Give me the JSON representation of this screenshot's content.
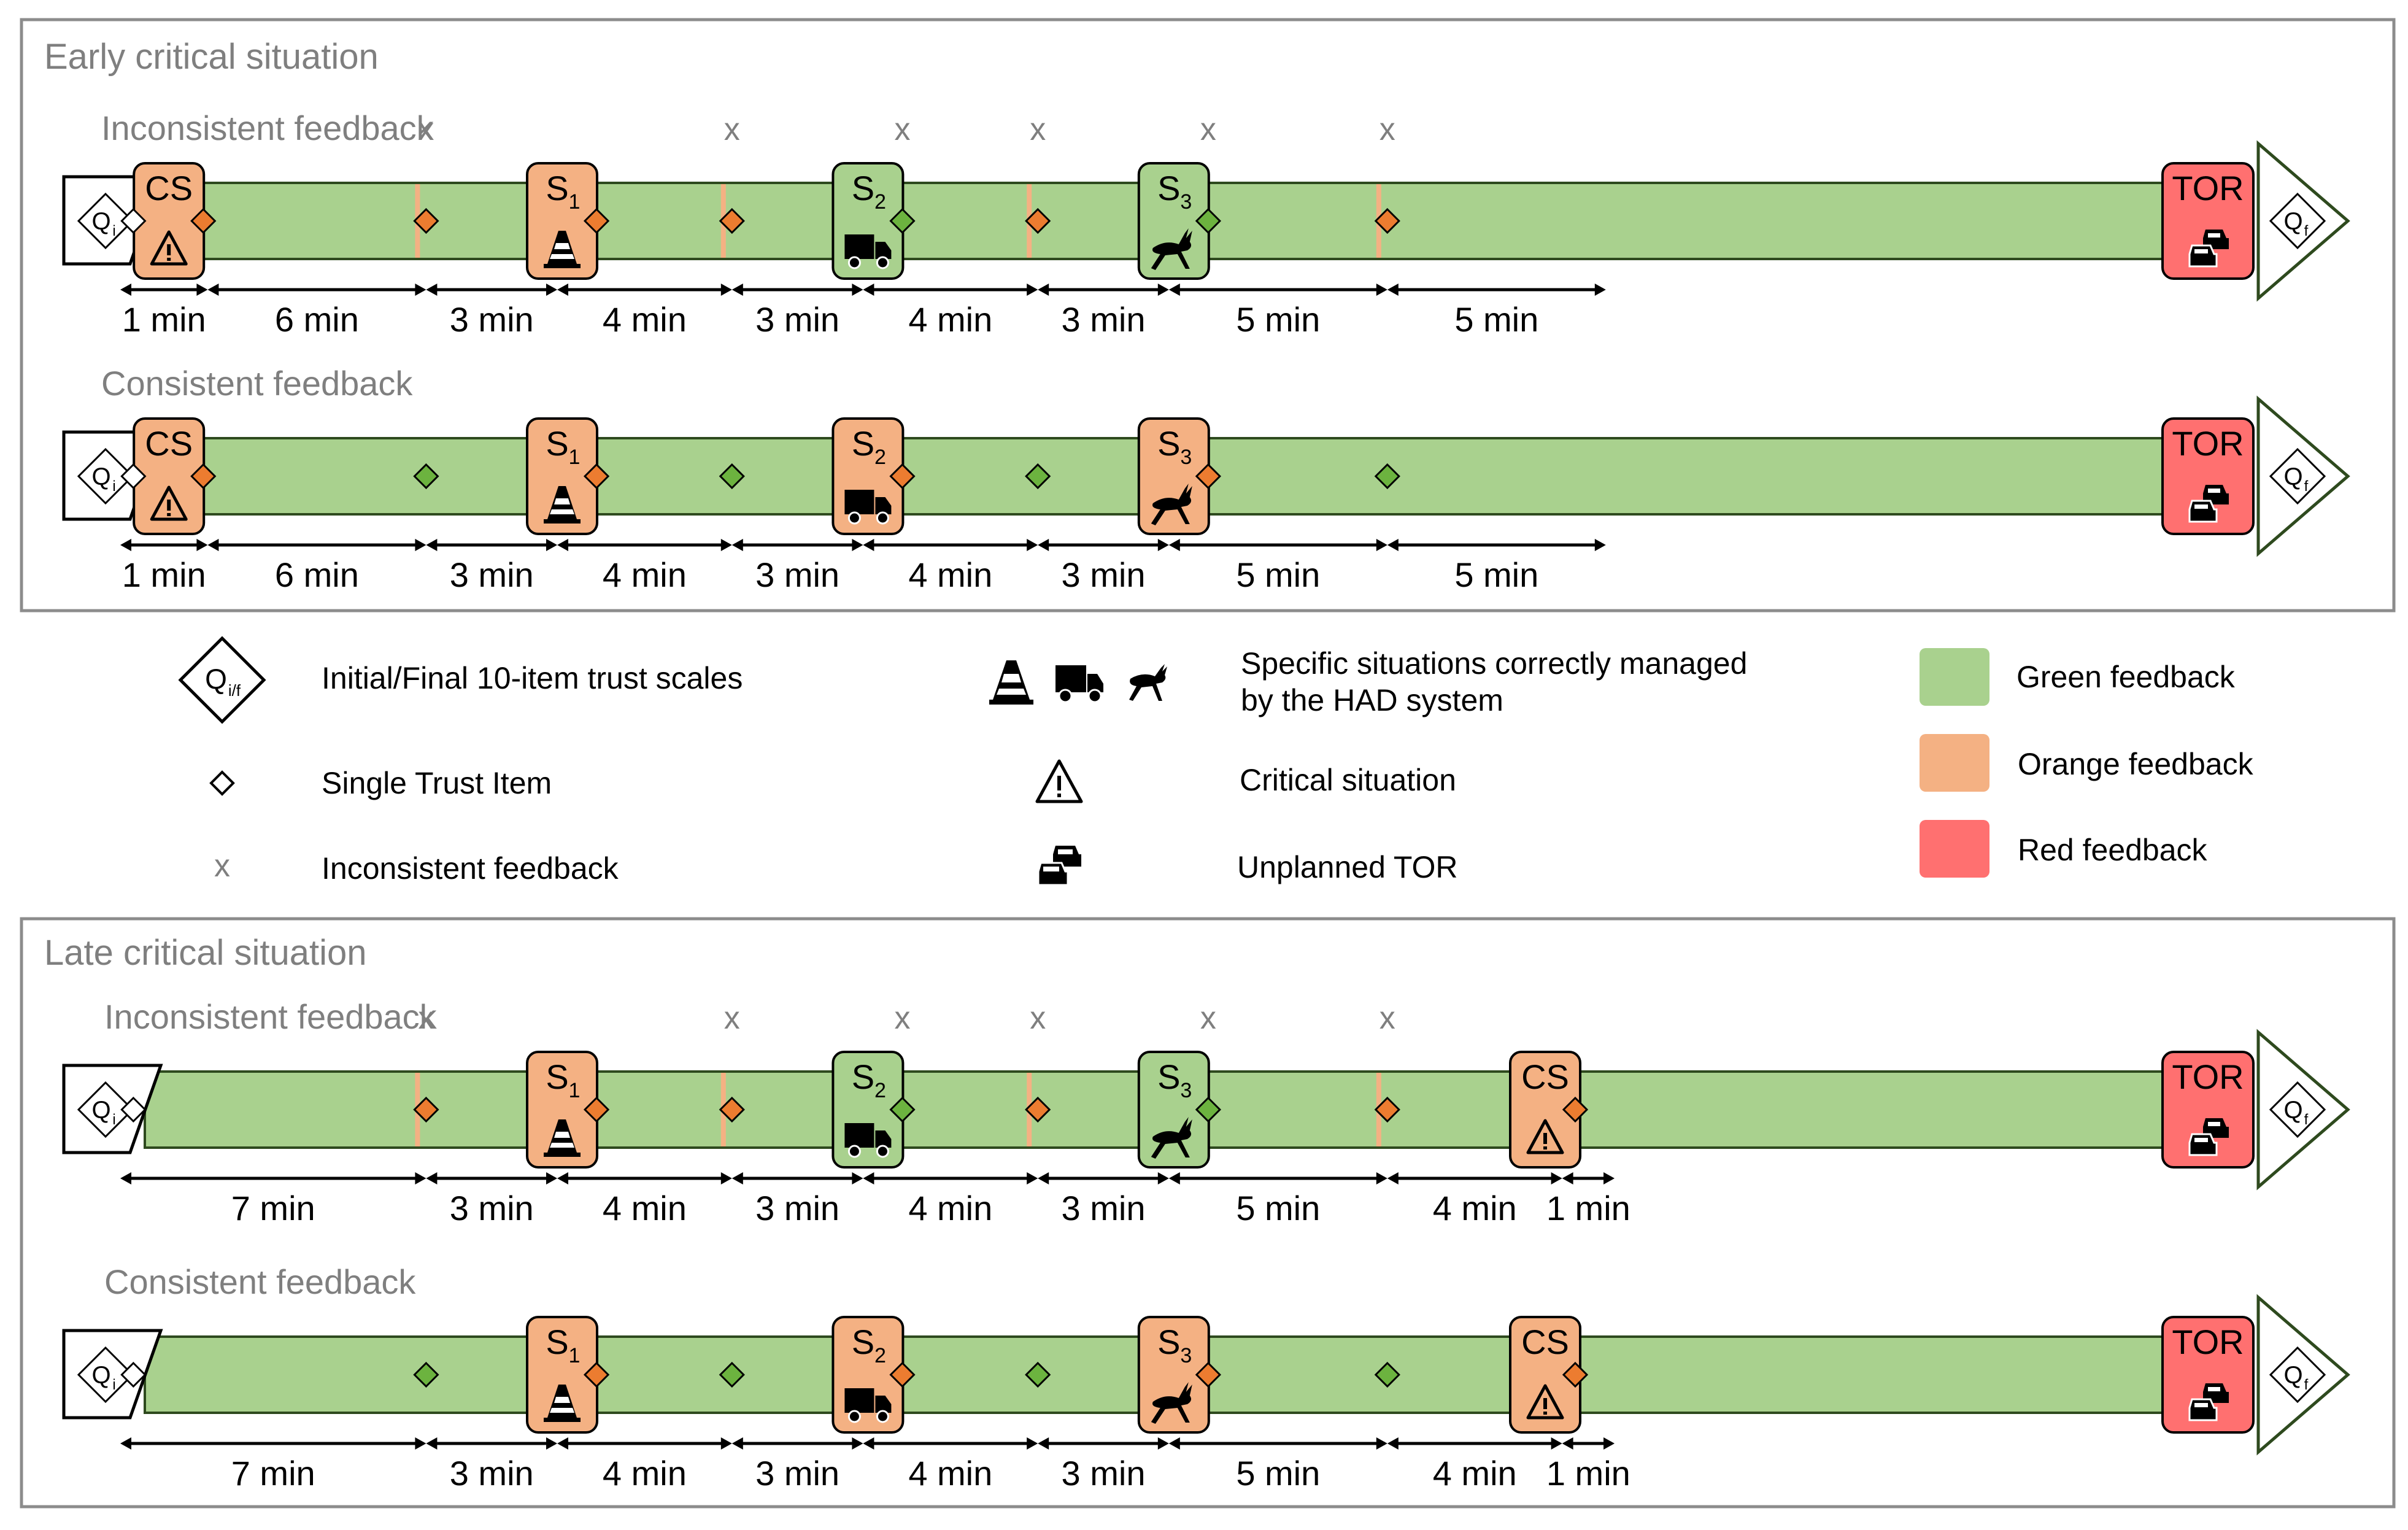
{
  "panels": [
    {
      "title": "Early critical situation",
      "rows": [
        {
          "label": "Inconsistent feedback",
          "start_label": "Q",
          "start_sub": "i",
          "end_label": "Q",
          "end_sub": "f",
          "boxes": [
            {
              "id": "CS",
              "main": "CS",
              "sub": "",
              "color": "orange",
              "icon": "warning-icon",
              "min": 1
            },
            {
              "id": "S1",
              "main": "S",
              "sub": "1",
              "color": "orange",
              "icon": "cone-icon",
              "min": 10
            },
            {
              "id": "S2",
              "main": "S",
              "sub": "2",
              "color": "green",
              "icon": "truck-icon",
              "min": 17
            },
            {
              "id": "S3",
              "main": "S",
              "sub": "3",
              "color": "green",
              "icon": "deer-icon",
              "min": 24
            },
            {
              "id": "TOR",
              "main": "TOR",
              "sub": "",
              "color": "red",
              "icon": "cars-icon",
              "min": 34
            }
          ],
          "items": [
            {
              "min": 0.3,
              "color": "white"
            },
            {
              "min": 1.9,
              "color": "orange"
            },
            {
              "min": 7,
              "color": "orange",
              "inconsistent": true
            },
            {
              "min": 10.9,
              "color": "orange"
            },
            {
              "min": 14,
              "color": "orange",
              "inconsistent": true
            },
            {
              "min": 17.9,
              "color": "green",
              "x": true
            },
            {
              "min": 21,
              "color": "orange",
              "inconsistent": true
            },
            {
              "min": 24.9,
              "color": "green",
              "x": true
            },
            {
              "min": 29,
              "color": "orange",
              "inconsistent": true
            }
          ],
          "intervals": [
            {
              "from": 0,
              "to": 2,
              "label": "1 min"
            },
            {
              "from": 2,
              "to": 7,
              "label": "6 min"
            },
            {
              "from": 7,
              "to": 10,
              "label": "3 min"
            },
            {
              "from": 10,
              "to": 14,
              "label": "4 min"
            },
            {
              "from": 14,
              "to": 17,
              "label": "3 min"
            },
            {
              "from": 17,
              "to": 21,
              "label": "4 min"
            },
            {
              "from": 21,
              "to": 24,
              "label": "3 min"
            },
            {
              "from": 24,
              "to": 29,
              "label": "5 min"
            },
            {
              "from": 29,
              "to": 34,
              "label": "5 min"
            }
          ]
        },
        {
          "label": "Consistent feedback",
          "start_label": "Q",
          "start_sub": "i",
          "end_label": "Q",
          "end_sub": "f",
          "boxes": [
            {
              "id": "CS",
              "main": "CS",
              "sub": "",
              "color": "orange",
              "icon": "warning-icon",
              "min": 1
            },
            {
              "id": "S1",
              "main": "S",
              "sub": "1",
              "color": "orange",
              "icon": "cone-icon",
              "min": 10
            },
            {
              "id": "S2",
              "main": "S",
              "sub": "2",
              "color": "orange",
              "icon": "truck-icon",
              "min": 17
            },
            {
              "id": "S3",
              "main": "S",
              "sub": "3",
              "color": "orange",
              "icon": "deer-icon",
              "min": 24
            },
            {
              "id": "TOR",
              "main": "TOR",
              "sub": "",
              "color": "red",
              "icon": "cars-icon",
              "min": 34
            }
          ],
          "items": [
            {
              "min": 0.3,
              "color": "white"
            },
            {
              "min": 1.9,
              "color": "orange"
            },
            {
              "min": 7,
              "color": "green"
            },
            {
              "min": 10.9,
              "color": "orange"
            },
            {
              "min": 14,
              "color": "green"
            },
            {
              "min": 17.9,
              "color": "orange"
            },
            {
              "min": 21,
              "color": "green"
            },
            {
              "min": 24.9,
              "color": "orange"
            },
            {
              "min": 29,
              "color": "green"
            }
          ],
          "intervals": [
            {
              "from": 0,
              "to": 2,
              "label": "1 min"
            },
            {
              "from": 2,
              "to": 7,
              "label": "6 min"
            },
            {
              "from": 7,
              "to": 10,
              "label": "3 min"
            },
            {
              "from": 10,
              "to": 14,
              "label": "4 min"
            },
            {
              "from": 14,
              "to": 17,
              "label": "3 min"
            },
            {
              "from": 17,
              "to": 21,
              "label": "4 min"
            },
            {
              "from": 21,
              "to": 24,
              "label": "3 min"
            },
            {
              "from": 24,
              "to": 29,
              "label": "5 min"
            },
            {
              "from": 29,
              "to": 34,
              "label": "5 min"
            }
          ]
        }
      ]
    },
    {
      "title": "Late critical situation",
      "rows": [
        {
          "label": "Inconsistent feedback",
          "start_label": "Q",
          "start_sub": "i",
          "end_label": "Q",
          "end_sub": "f",
          "boxes": [
            {
              "id": "S1",
              "main": "S",
              "sub": "1",
              "color": "orange",
              "icon": "cone-icon",
              "min": 10
            },
            {
              "id": "S2",
              "main": "S",
              "sub": "2",
              "color": "green",
              "icon": "truck-icon",
              "min": 17
            },
            {
              "id": "S3",
              "main": "S",
              "sub": "3",
              "color": "green",
              "icon": "deer-icon",
              "min": 24
            },
            {
              "id": "CS",
              "main": "CS",
              "sub": "",
              "color": "orange",
              "icon": "warning-icon",
              "min": 32.5
            },
            {
              "id": "TOR",
              "main": "TOR",
              "sub": "",
              "color": "red",
              "icon": "cars-icon",
              "min": 34
            }
          ],
          "items": [
            {
              "min": 0.3,
              "color": "white"
            },
            {
              "min": 7,
              "color": "orange",
              "inconsistent": true
            },
            {
              "min": 10.9,
              "color": "orange"
            },
            {
              "min": 14,
              "color": "orange",
              "inconsistent": true
            },
            {
              "min": 17.9,
              "color": "green",
              "x": true
            },
            {
              "min": 21,
              "color": "orange",
              "inconsistent": true
            },
            {
              "min": 24.9,
              "color": "green",
              "x": true
            },
            {
              "min": 29,
              "color": "orange",
              "inconsistent": true
            },
            {
              "min": 33.3,
              "color": "orange"
            }
          ],
          "intervals": [
            {
              "from": 0,
              "to": 7,
              "label": "7 min"
            },
            {
              "from": 7,
              "to": 10,
              "label": "3 min"
            },
            {
              "from": 10,
              "to": 14,
              "label": "4 min"
            },
            {
              "from": 14,
              "to": 17,
              "label": "3 min"
            },
            {
              "from": 17,
              "to": 21,
              "label": "4 min"
            },
            {
              "from": 21,
              "to": 24,
              "label": "3 min"
            },
            {
              "from": 24,
              "to": 29,
              "label": "5 min"
            },
            {
              "from": 29,
              "to": 33,
              "label": "4 min"
            },
            {
              "from": 33,
              "to": 34.2,
              "label": "1 min"
            }
          ]
        },
        {
          "label": "Consistent feedback",
          "start_label": "Q",
          "start_sub": "i",
          "end_label": "Q",
          "end_sub": "f",
          "boxes": [
            {
              "id": "S1",
              "main": "S",
              "sub": "1",
              "color": "orange",
              "icon": "cone-icon",
              "min": 10
            },
            {
              "id": "S2",
              "main": "S",
              "sub": "2",
              "color": "orange",
              "icon": "truck-icon",
              "min": 17
            },
            {
              "id": "S3",
              "main": "S",
              "sub": "3",
              "color": "orange",
              "icon": "deer-icon",
              "min": 24
            },
            {
              "id": "CS",
              "main": "CS",
              "sub": "",
              "color": "orange",
              "icon": "warning-icon",
              "min": 32.5
            },
            {
              "id": "TOR",
              "main": "TOR",
              "sub": "",
              "color": "red",
              "icon": "cars-icon",
              "min": 34
            }
          ],
          "items": [
            {
              "min": 0.3,
              "color": "white"
            },
            {
              "min": 7,
              "color": "green"
            },
            {
              "min": 10.9,
              "color": "orange"
            },
            {
              "min": 14,
              "color": "green"
            },
            {
              "min": 17.9,
              "color": "orange"
            },
            {
              "min": 21,
              "color": "green"
            },
            {
              "min": 24.9,
              "color": "orange"
            },
            {
              "min": 29,
              "color": "green"
            },
            {
              "min": 33.3,
              "color": "orange"
            }
          ],
          "intervals": [
            {
              "from": 0,
              "to": 7,
              "label": "7 min"
            },
            {
              "from": 7,
              "to": 10,
              "label": "3 min"
            },
            {
              "from": 10,
              "to": 14,
              "label": "4 min"
            },
            {
              "from": 14,
              "to": 17,
              "label": "3 min"
            },
            {
              "from": 17,
              "to": 21,
              "label": "4 min"
            },
            {
              "from": 21,
              "to": 24,
              "label": "3 min"
            },
            {
              "from": 24,
              "to": 29,
              "label": "5 min"
            },
            {
              "from": 29,
              "to": 33,
              "label": "4 min"
            },
            {
              "from": 33,
              "to": 34.2,
              "label": "1 min"
            }
          ]
        }
      ]
    }
  ],
  "legend": {
    "trust_scales": {
      "symbol": "Q",
      "sub": "i/f",
      "label": "Initial/Final 10-item trust scales"
    },
    "single_item": {
      "label": "Single Trust Item"
    },
    "inconsistent": {
      "symbol": "x",
      "label": "Inconsistent feedback"
    },
    "situations": {
      "line1": "Specific situations correctly managed",
      "line2": "by the HAD system",
      "icons": [
        "cone-icon",
        "truck-icon",
        "deer-icon"
      ]
    },
    "critical": {
      "label": "Critical situation",
      "icon": "warning-icon"
    },
    "unplanned_tor": {
      "label": "Unplanned TOR",
      "icon": "cars-icon"
    },
    "green": {
      "label": "Green feedback"
    },
    "orange": {
      "label": "Orange feedback"
    },
    "red": {
      "label": "Red feedback"
    }
  },
  "colors": {
    "green": "#a9d18e",
    "orange": "#f4b183",
    "red": "#ff7070",
    "diamond_orange": "#ec7c30",
    "diamond_green": "#6cb33f",
    "green_stroke": "#2e4a1e",
    "label_gray": "#7f7f7f"
  }
}
